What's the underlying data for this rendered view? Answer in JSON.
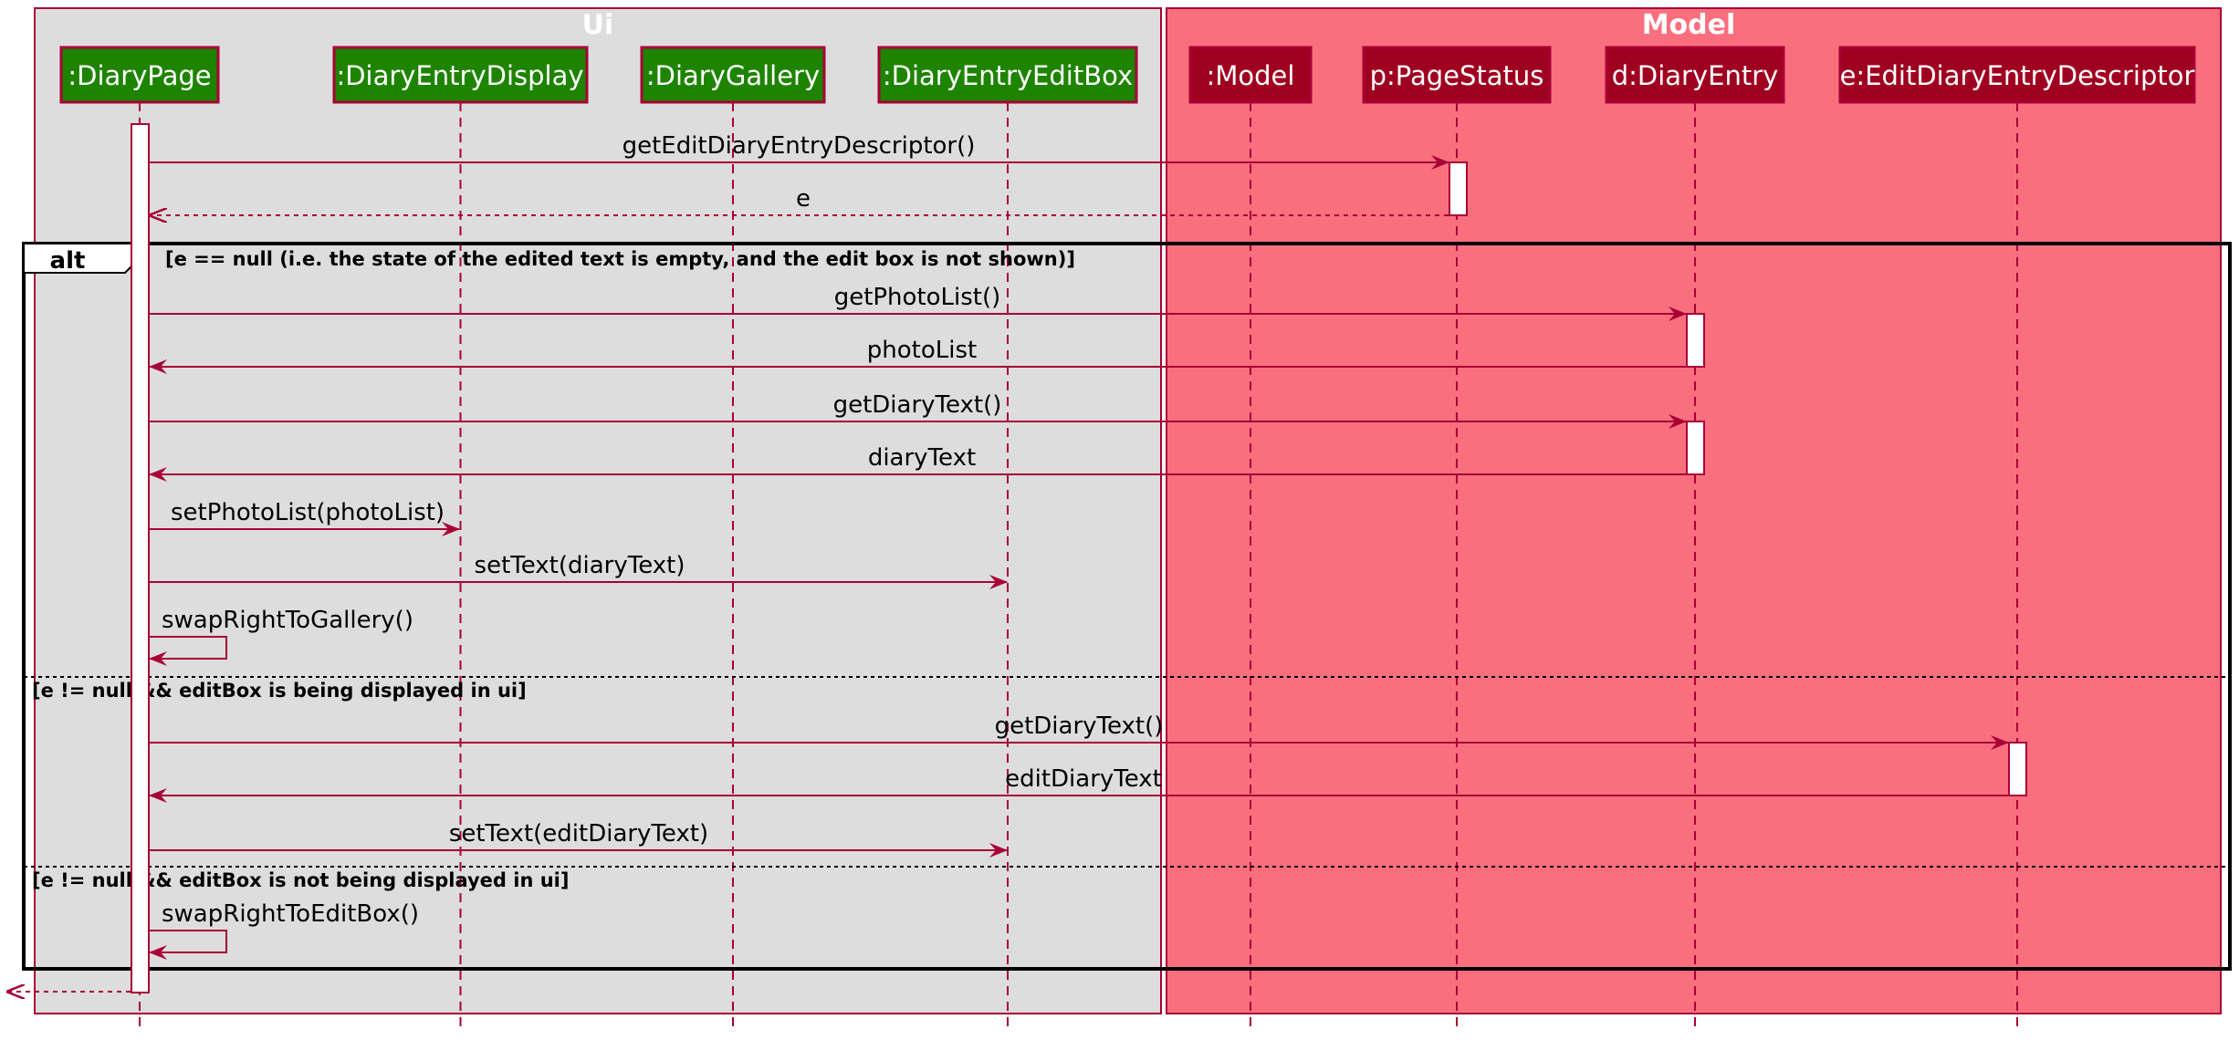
{
  "colors": {
    "line": "#A80036",
    "ui_box_fill": "#DDDDDD",
    "model_box_fill": "#FA6F7E",
    "ui_participant_fill": "#1E8400",
    "model_participant_fill": "#A00020",
    "frame_stroke": "#000000",
    "white": "#FFFFFF"
  },
  "diagram": {
    "type": "sequence",
    "boxes": [
      {
        "id": "ui",
        "title": "Ui"
      },
      {
        "id": "model",
        "title": "Model"
      }
    ],
    "participants": [
      {
        "id": "diarypage",
        "label": ":DiaryPage",
        "box": "ui"
      },
      {
        "id": "display",
        "label": ":DiaryEntryDisplay",
        "box": "ui"
      },
      {
        "id": "gallery",
        "label": ":DiaryGallery",
        "box": "ui"
      },
      {
        "id": "editbox",
        "label": ":DiaryEntryEditBox",
        "box": "ui"
      },
      {
        "id": "model",
        "label": ":Model",
        "box": "model"
      },
      {
        "id": "pagestatus",
        "label": "p:PageStatus",
        "box": "model"
      },
      {
        "id": "diaryentry",
        "label": "d:DiaryEntry",
        "box": "model"
      },
      {
        "id": "descriptor",
        "label": "e:EditDiaryEntryDescriptor",
        "box": "model"
      }
    ],
    "messages": [
      {
        "from": "diarypage",
        "to": "pagestatus",
        "label": "getEditDiaryEntryDescriptor()",
        "kind": "call"
      },
      {
        "from": "pagestatus",
        "to": "diarypage",
        "label": "e",
        "kind": "return"
      },
      {
        "from": "diarypage",
        "to": "diaryentry",
        "label": "getPhotoList()",
        "kind": "call"
      },
      {
        "from": "diaryentry",
        "to": "diarypage",
        "label": "photoList",
        "kind": "reply"
      },
      {
        "from": "diarypage",
        "to": "diaryentry",
        "label": "getDiaryText()",
        "kind": "call"
      },
      {
        "from": "diaryentry",
        "to": "diarypage",
        "label": "diaryText",
        "kind": "reply"
      },
      {
        "from": "diarypage",
        "to": "display",
        "label": "setPhotoList(photoList)",
        "kind": "call"
      },
      {
        "from": "diarypage",
        "to": "editbox",
        "label": "setText(diaryText)",
        "kind": "call"
      },
      {
        "from": "diarypage",
        "to": "diarypage",
        "label": "swapRightToGallery()",
        "kind": "self"
      },
      {
        "from": "diarypage",
        "to": "descriptor",
        "label": "getDiaryText()",
        "kind": "call"
      },
      {
        "from": "descriptor",
        "to": "diarypage",
        "label": "editDiaryText",
        "kind": "reply"
      },
      {
        "from": "diarypage",
        "to": "editbox",
        "label": "setText(editDiaryText)",
        "kind": "call"
      },
      {
        "from": "diarypage",
        "to": "diarypage",
        "label": "swapRightToEditBox()",
        "kind": "self"
      },
      {
        "from": "diarypage",
        "to": "caller",
        "label": "",
        "kind": "return"
      }
    ],
    "alt_frame": {
      "keyword": "alt",
      "guards": [
        "[e == null (i.e. the state of the edited text is empty, and the edit box is not shown)]",
        "[e != null && editBox is being displayed in ui]",
        "[e != null && editBox is not being displayed in ui]"
      ]
    }
  }
}
